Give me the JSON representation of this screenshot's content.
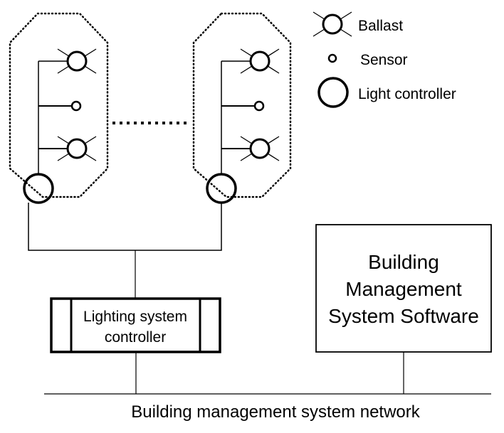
{
  "legend": {
    "items": [
      {
        "icon": "ballast-icon",
        "label": "Ballast"
      },
      {
        "icon": "sensor-icon",
        "label": "Sensor"
      },
      {
        "icon": "light-controller-icon",
        "label": "Light controller"
      }
    ]
  },
  "lighting_controller": {
    "line1": "Lighting system",
    "line2": "controller"
  },
  "bms_software": {
    "line1": "Building",
    "line2": "Management",
    "line3": "System Software"
  },
  "network": {
    "label": "Building management system network"
  },
  "colors": {
    "stroke": "#000000",
    "background": "#ffffff"
  }
}
